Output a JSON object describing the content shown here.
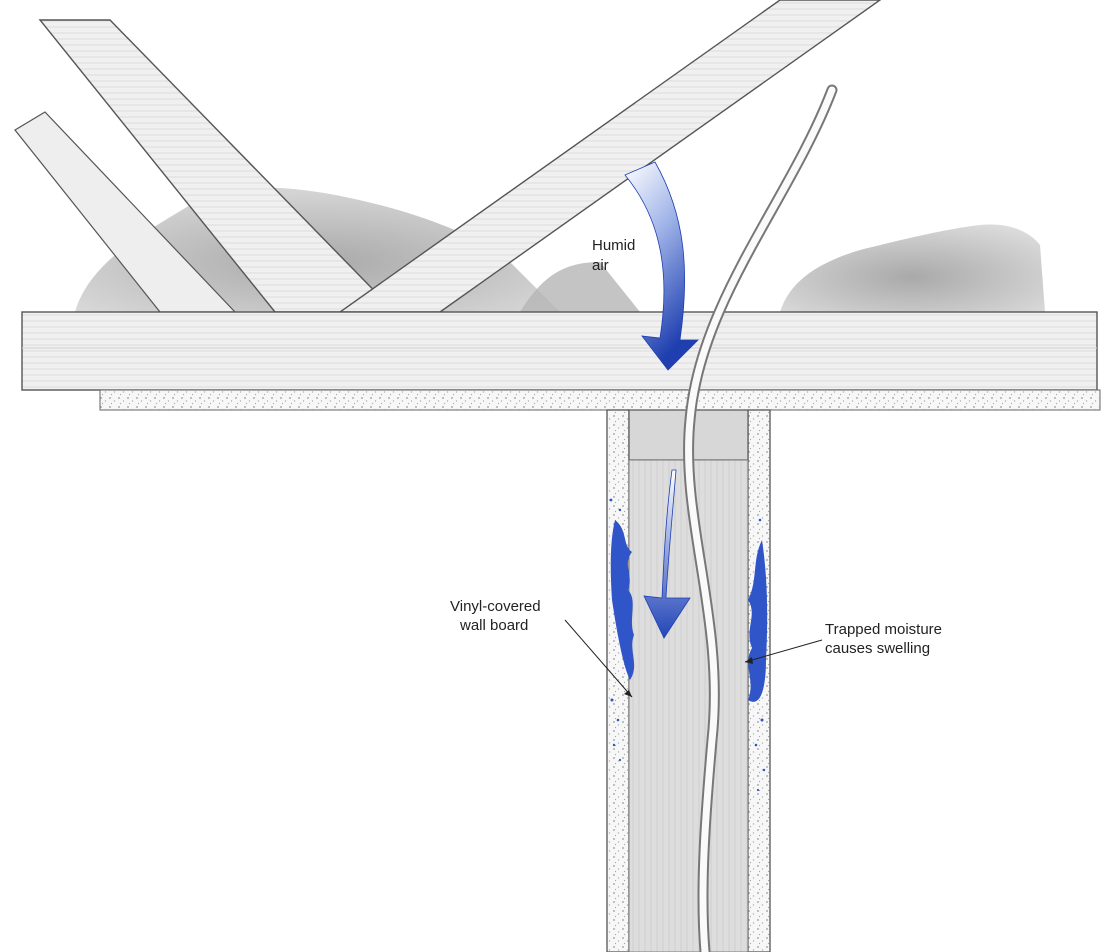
{
  "labels": {
    "humid_air": [
      "Humid",
      "air"
    ],
    "wall_board": [
      "Vinyl-covered",
      "wall board"
    ],
    "trapped_moisture": [
      "Trapped moisture",
      "causes swelling"
    ]
  },
  "colors": {
    "moisture_blue": "#2f55c8",
    "airflow_dark": "#2346b8",
    "airflow_light": "#cfdaf4",
    "pencil": "#555555",
    "wood_light": "#f2f2f2",
    "shading": "#c9c9c9"
  }
}
